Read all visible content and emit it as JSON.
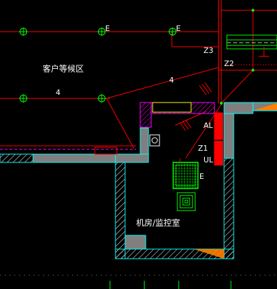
{
  "drawing": {
    "background": "#000000",
    "colors": {
      "circuit_red": "#ff0000",
      "wall_cyan": "#00ffff",
      "wall_gray": "#7f7f7f",
      "hatch_white": "#ffffff",
      "equipment_green": "#00ff00",
      "magenta": "#ff00ff",
      "window_yellow": "#ffff00",
      "accent_orange": "#ff7f00"
    },
    "rooms": {
      "waiting_area": "客户等候区",
      "machine_room": "机房/监控室"
    },
    "labels": {
      "e_top_1": "E",
      "e_top_2": "E",
      "e_equipment": "E",
      "circuit_4_left": "4",
      "circuit_4_mid": "4",
      "z3": "Z3",
      "z2": "Z2",
      "z1": "Z1",
      "al": "AL",
      "ul": "UL"
    },
    "icons": {
      "light_fixture": "crossed-circle-light-icon",
      "distribution_box": "red-panel-box-icon",
      "network_cabinet": "green-grid-cabinet-icon",
      "air_vent": "square-vent-icon",
      "round_device": "round-device-icon"
    }
  }
}
